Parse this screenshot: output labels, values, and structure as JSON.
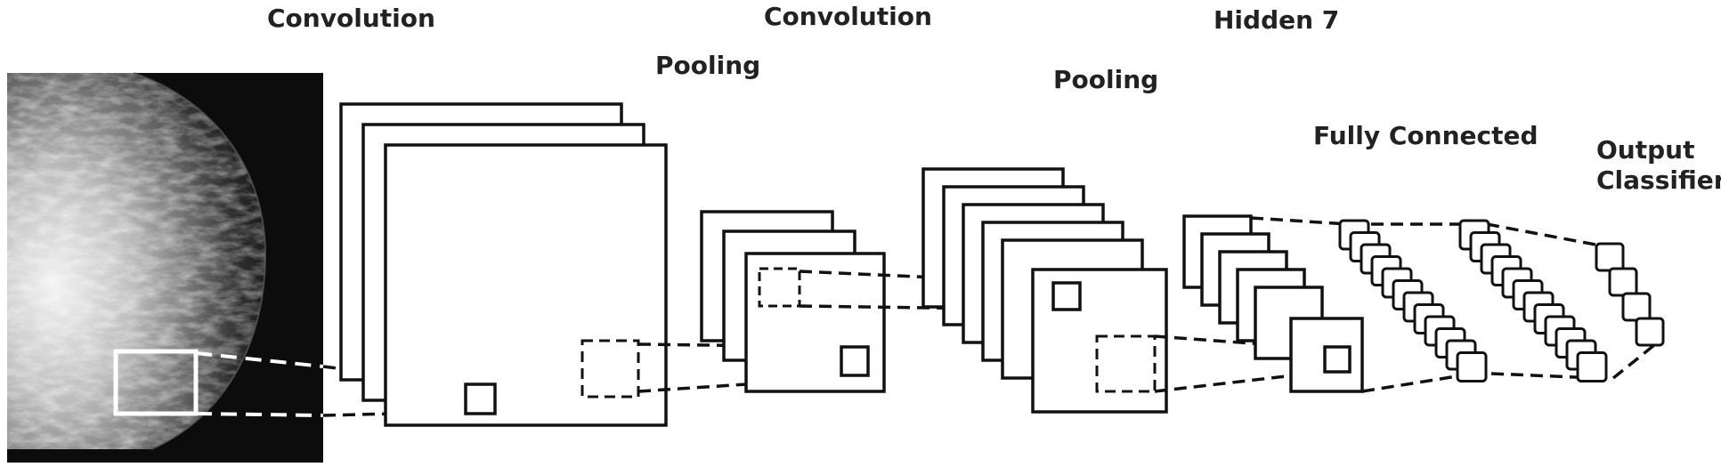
{
  "labels": {
    "convolution_1": "Convolution",
    "convolution_2": "Convolution",
    "hidden": "Hidden 7",
    "pooling_1": "Pooling",
    "pooling_2": "Pooling",
    "fully_connected": "Fully Connected",
    "output_line_1": "Output",
    "output_line_2": "Classifier"
  },
  "colors": {
    "stroke": "#111111",
    "text": "#222222",
    "input_background": "#0c0c0c",
    "input_patch": "#ffffff"
  },
  "input_image": {
    "kind": "grayscale mammogram"
  },
  "network": {
    "conv1_feature_maps": 3,
    "pool1_feature_maps": 3,
    "conv2_feature_maps": 6,
    "hidden_feature_maps": 6,
    "fully_connected_1_units": 12,
    "fully_connected_2_units": 12,
    "output_units": 4
  }
}
